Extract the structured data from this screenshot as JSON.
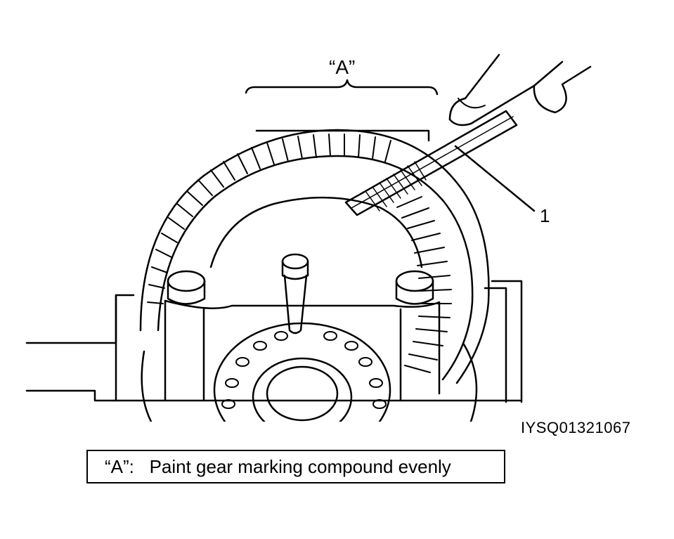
{
  "callouts": {
    "region_label": "“A”",
    "part_number": "1"
  },
  "figure_code": "IYSQ01321067",
  "caption": {
    "key": "“A”:",
    "text": "Paint gear marking compound evenly"
  }
}
